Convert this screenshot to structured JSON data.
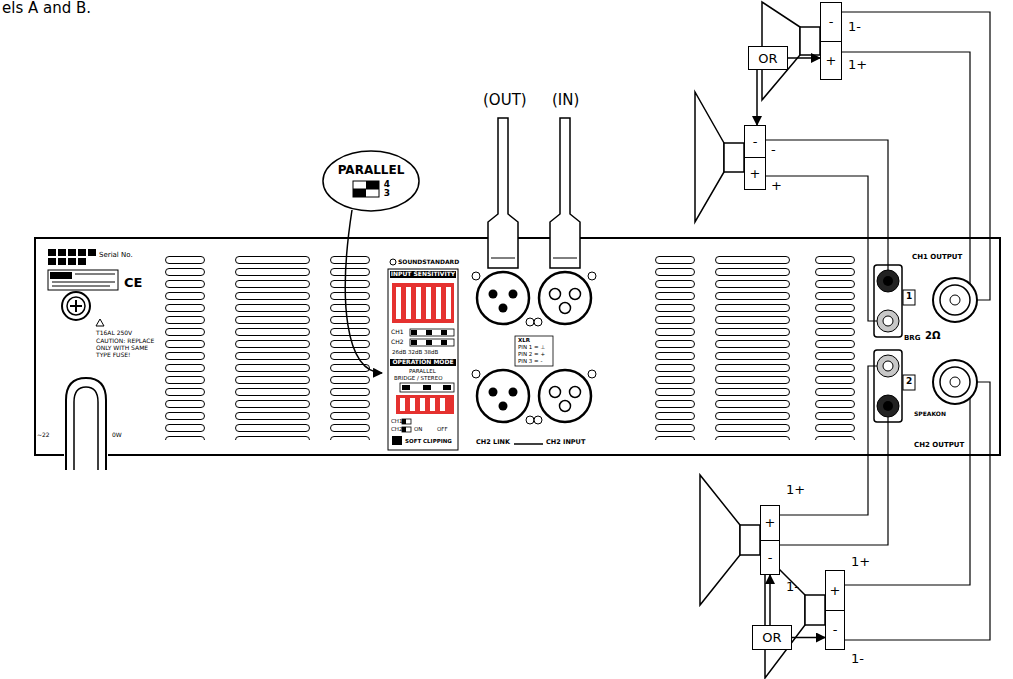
{
  "diagram": {
    "nodes": [
      {
        "text": [
          "OR"
        ]
      },
      {
        "text": [
          "-",
          "+"
        ]
      },
      {
        "text": [
          "PARALLEL",
          "4",
          "3"
        ]
      },
      {
        "text": [
          "-",
          "+"
        ]
      },
      {
        "text": [
          "+",
          "-"
        ]
      },
      {
        "text": [
          "+",
          "-"
        ]
      },
      {
        "text": [
          "OR"
        ]
      }
    ],
    "edges": [
      {
        "from": 0,
        "to": 1,
        "arrow": "to"
      },
      {
        "from": 0,
        "to": 3,
        "arrow": "to"
      },
      {
        "from": 6,
        "to": 4,
        "arrow": "to"
      },
      {
        "from": 6,
        "to": 5,
        "arrow": "to"
      }
    ],
    "labels": [
      "els A and B.",
      "(OUT)",
      "(IN)",
      "1-",
      "1+",
      "-",
      "+",
      "1+",
      "1-",
      "1+",
      "1-",
      "Serial No.",
      "CE",
      "T16AL 250V",
      "CAUTION: REPLACE ONLY WITH SAME TYPE FUSE!",
      "~22",
      "0W",
      "SOUNDSTANDARD",
      "INPUT SENSITIVITY",
      "CH1",
      "CH2",
      "26dB 32dB 38dB",
      "OPERATION MODE",
      "PARALLEL",
      "BRIDGE / STEREO",
      "CH1",
      "CH2",
      "ON",
      "OFF",
      "SOFT CLIPPING",
      "XLR",
      "PIN 1 = ⊥",
      "PIN 2 = +",
      "PIN 3 = -",
      "CH2 LINK",
      "CH2 INPUT",
      "CH1 OUTPUT",
      "1",
      "2",
      "BRG",
      "2Ω",
      "SPEAKON",
      "CH2 OUTPUT"
    ]
  }
}
